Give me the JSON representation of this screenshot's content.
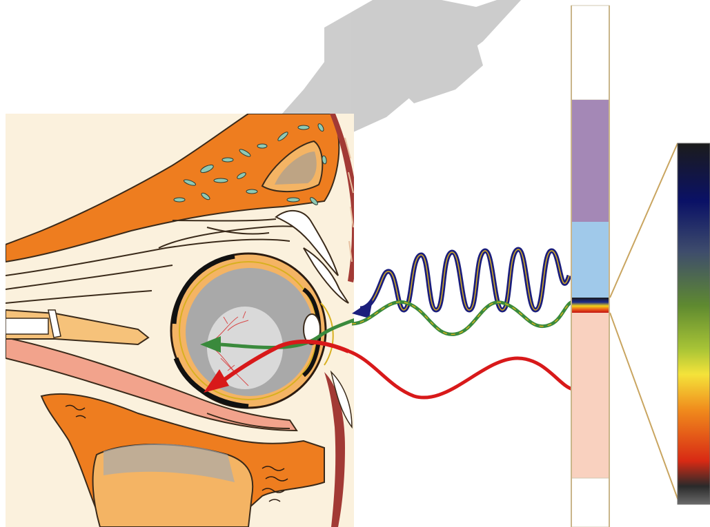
{
  "diagram": {
    "subject": "",
    "colors": {
      "background": "#ffffff",
      "skin_panel": "#fbf1dd",
      "bone": "#ee7d1f",
      "bone_dark": "#c85c10",
      "cavity_fill": "#f4b464",
      "tissue_gray": "#9a9a9a",
      "blood_tissue": "#a23a35",
      "eye_vitreous": "#a9a9a9",
      "retina_light": "#d9d9d9",
      "eye_ring": "#c77a14",
      "muscle_pink": "#f2a38c",
      "nerve": "#f6c27a",
      "cartilage_green": "#8fc9b4",
      "short_wave_purple": "#1b1e7c",
      "visible_green": "#3a8a3c",
      "long_wave_red": "#d8191a",
      "watermark_gray": "#bdbdbd"
    },
    "spectrum_bar": {
      "bands": [
        {
          "name": "top-white",
          "color": "#ffffff"
        },
        {
          "name": "violet-band",
          "color": "#a488b6"
        },
        {
          "name": "blue-band",
          "color": "#a0c9ea"
        },
        {
          "name": "visible-narrow-band",
          "color": "rainbow"
        },
        {
          "name": "pink-band",
          "color": "#f9d1bf"
        },
        {
          "name": "bottom-white",
          "color": "#ffffff"
        }
      ]
    },
    "visible_spectrum": {
      "stops": [
        "#1b1b1b",
        "#0a1166",
        "#3e4c6c",
        "#5f8a30",
        "#a8c436",
        "#f4e33a",
        "#f08a1c",
        "#d82a14",
        "#2a2a2a"
      ]
    },
    "rays": [
      {
        "name": "short-wave",
        "color": "#1b1e7c",
        "reaches_eye": false
      },
      {
        "name": "green-light",
        "color": "#3a8a3c",
        "reaches_eye": true
      },
      {
        "name": "red-light",
        "color": "#d8191a",
        "reaches_eye": true
      }
    ]
  }
}
